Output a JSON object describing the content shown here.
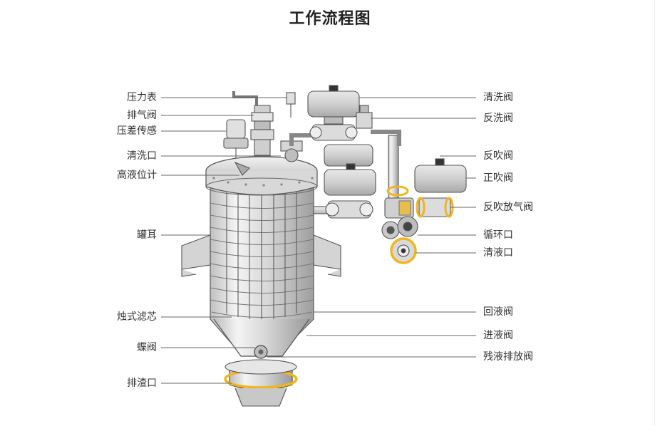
{
  "title": "工作流程图",
  "colors": {
    "accent_ring": "#f2b51c",
    "metal_light": "#eeeeee",
    "metal_mid": "#c9c9c9",
    "metal_dark": "#6b6b6b",
    "outline": "#444444",
    "leader": "#555555"
  },
  "labels_left": [
    "压力表",
    "排气阀",
    "压差传感",
    "清洗口",
    "高液位计",
    "罐耳",
    "烛式滤芯",
    "蝶阀",
    "排渣口"
  ],
  "labels_right": [
    "清洗阀",
    "反洗阀",
    "反吹阀",
    "正吹阀",
    "反吹放气阀",
    "循环口",
    "清液口",
    "回液阀",
    "进液阀",
    "残液排放阀"
  ]
}
